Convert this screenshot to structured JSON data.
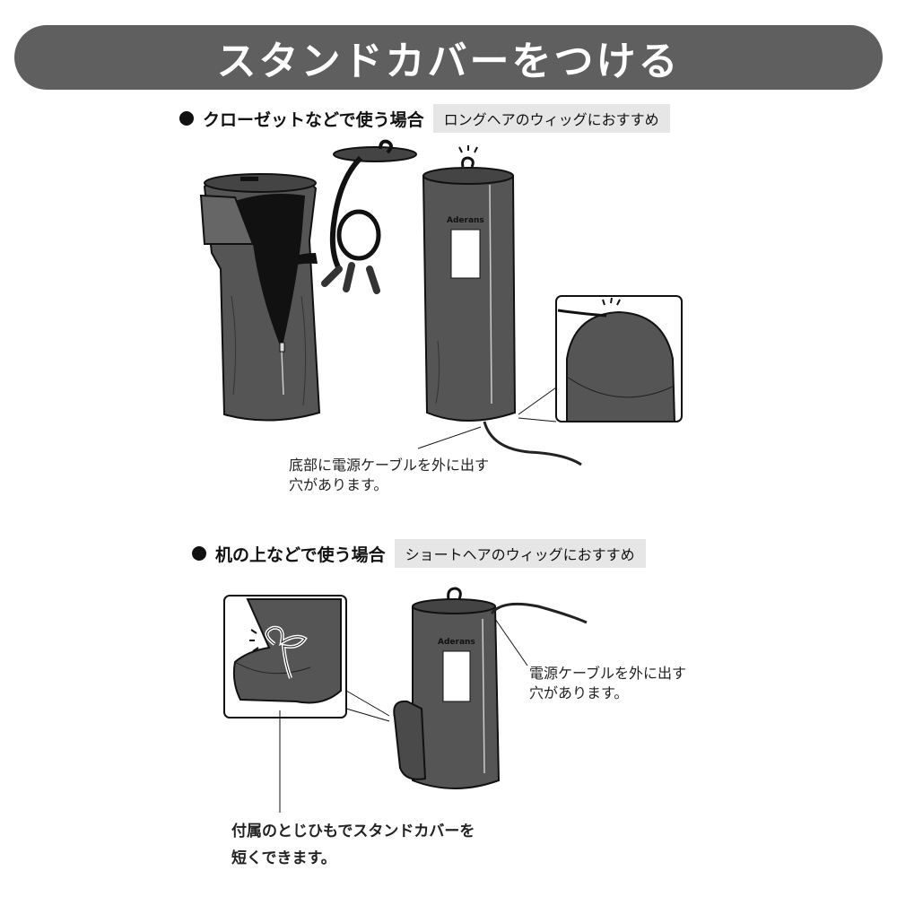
{
  "title": "スタンドカバーをつける",
  "section1": {
    "heading": "クローゼットなどで使う場合",
    "tag": "ロングヘアのウィッグにおすすめ",
    "caption_line1": "底部に電源ケーブルを外に出す",
    "caption_line2": "穴があります。",
    "brand_label": "Aderans"
  },
  "section2": {
    "heading": "机の上などで使う場合",
    "tag": "ショートヘアのウィッグにおすすめ",
    "cable_caption_line1": "電源ケーブルを外に出す",
    "cable_caption_line2": "穴があります。",
    "tie_caption_line1": "付属のとじひもでスタンドカバーを",
    "tie_caption_line2": "短くできます。",
    "brand_label": "Aderans"
  }
}
